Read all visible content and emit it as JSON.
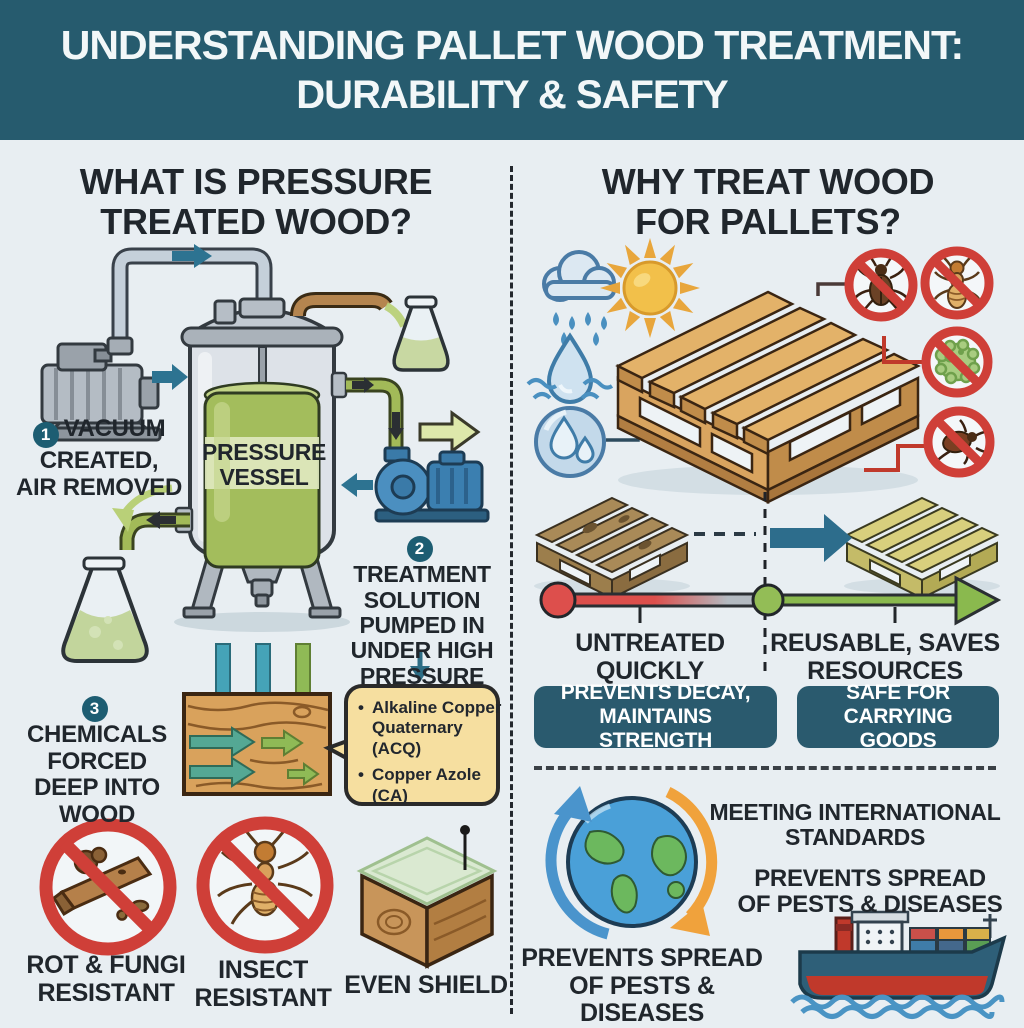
{
  "header": {
    "line1": "UNDERSTANDING PALLET WOOD TREATMENT:",
    "line2": "DURABILITY & SAFETY"
  },
  "left": {
    "title": {
      "line1": "WHAT IS PRESSURE",
      "line2": "TREATED WOOD?"
    },
    "vessel": {
      "line1": "PRESSURE",
      "line2": "VESSEL"
    },
    "steps": [
      {
        "num": "1",
        "lines": [
          "VACUUM",
          "CREATED,",
          "AIR REMOVED"
        ]
      },
      {
        "num": "2",
        "lines": [
          "TREATMENT",
          "SOLUTION",
          "PUMPED IN",
          "UNDER HIGH",
          "PRESSURE"
        ]
      },
      {
        "num": "3",
        "lines": [
          "CHEMICALS",
          "FORCED",
          "DEEP INTO",
          "WOOD"
        ]
      }
    ],
    "chemicals": [
      {
        "lines": [
          "Alkaline Copper",
          "Quaternary",
          "(ACQ)"
        ]
      },
      {
        "lines": [
          "Copper Azole",
          "(CA)"
        ]
      }
    ],
    "benefits": [
      "ROT & FUNGI RESISTANT",
      "INSECT RESISTANT",
      "EVEN SHIELD"
    ]
  },
  "right": {
    "title": {
      "line1": "WHY TREAT WOOD",
      "line2": "FOR PALLETS?"
    },
    "timeline": {
      "left_label": "UNTREATED QUICKLY",
      "right_label": "REUSABLE, SAVES RESOURCES"
    },
    "benefit_boxes": [
      "PREVENTS DECAY, MAINTAINS STRENGTH",
      "SAFE FOR CARRYING GOODS"
    ],
    "standards": "MEETING INTERNATIONAL STANDARDS",
    "pests": "PREVENTS SPREAD OF PESTS & DISEASES",
    "globe_caption": "PREVENTS SPREAD OF PESTS & DISEASES"
  },
  "colors": {
    "banner": "#265b6e",
    "background": "#e8eef2",
    "accent_teal": "#2d7391",
    "badge_teal": "#1d5d72",
    "box_teal": "#2a5a6e",
    "prohibition_red": "#cf3f38",
    "timeline_red": "#dd4f4c",
    "timeline_green": "#8ab94e",
    "chem_box_yellow": "#f6dfa0",
    "liquid_green": "#a3bd5c",
    "wood_tan": "#e3b269"
  }
}
